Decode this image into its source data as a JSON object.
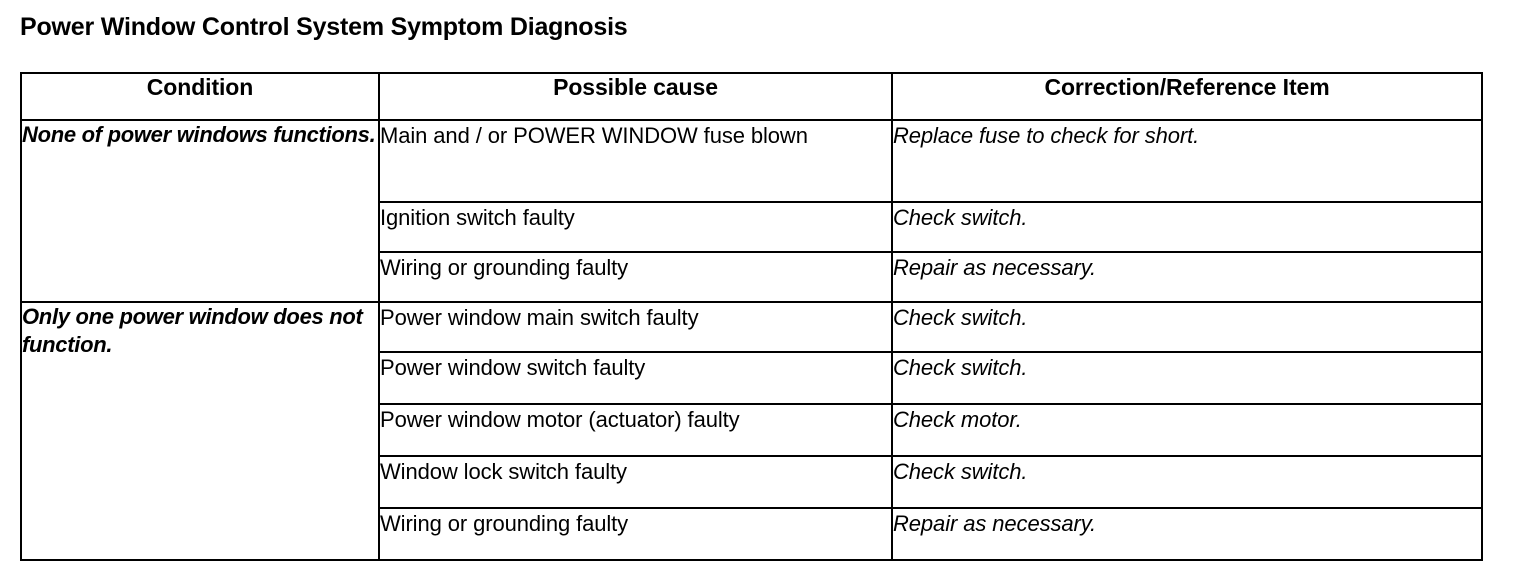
{
  "document": {
    "title": "Power Window Control System Symptom Diagnosis"
  },
  "table": {
    "headers": {
      "condition": "Condition",
      "cause": "Possible cause",
      "correction": "Correction/Reference Item"
    },
    "groups": [
      {
        "condition": "None of power windows functions.",
        "rows": [
          {
            "cause": "Main and / or POWER WINDOW fuse blown",
            "correction": "Replace fuse to check for short."
          },
          {
            "cause": "Ignition switch faulty",
            "correction": "Check switch."
          },
          {
            "cause": "Wiring or grounding faulty",
            "correction": "Repair as necessary."
          }
        ]
      },
      {
        "condition": "Only one power window does not function.",
        "rows": [
          {
            "cause": "Power window main switch faulty",
            "correction": "Check switch."
          },
          {
            "cause": "Power window switch faulty",
            "correction": "Check switch."
          },
          {
            "cause": "Power window motor (actuator) faulty",
            "correction": "Check motor."
          },
          {
            "cause": "Window lock switch faulty",
            "correction": "Check switch."
          },
          {
            "cause": "Wiring or grounding faulty",
            "correction": "Repair as necessary."
          }
        ]
      }
    ]
  },
  "colors": {
    "ink": "#000000",
    "paper": "#ffffff"
  }
}
